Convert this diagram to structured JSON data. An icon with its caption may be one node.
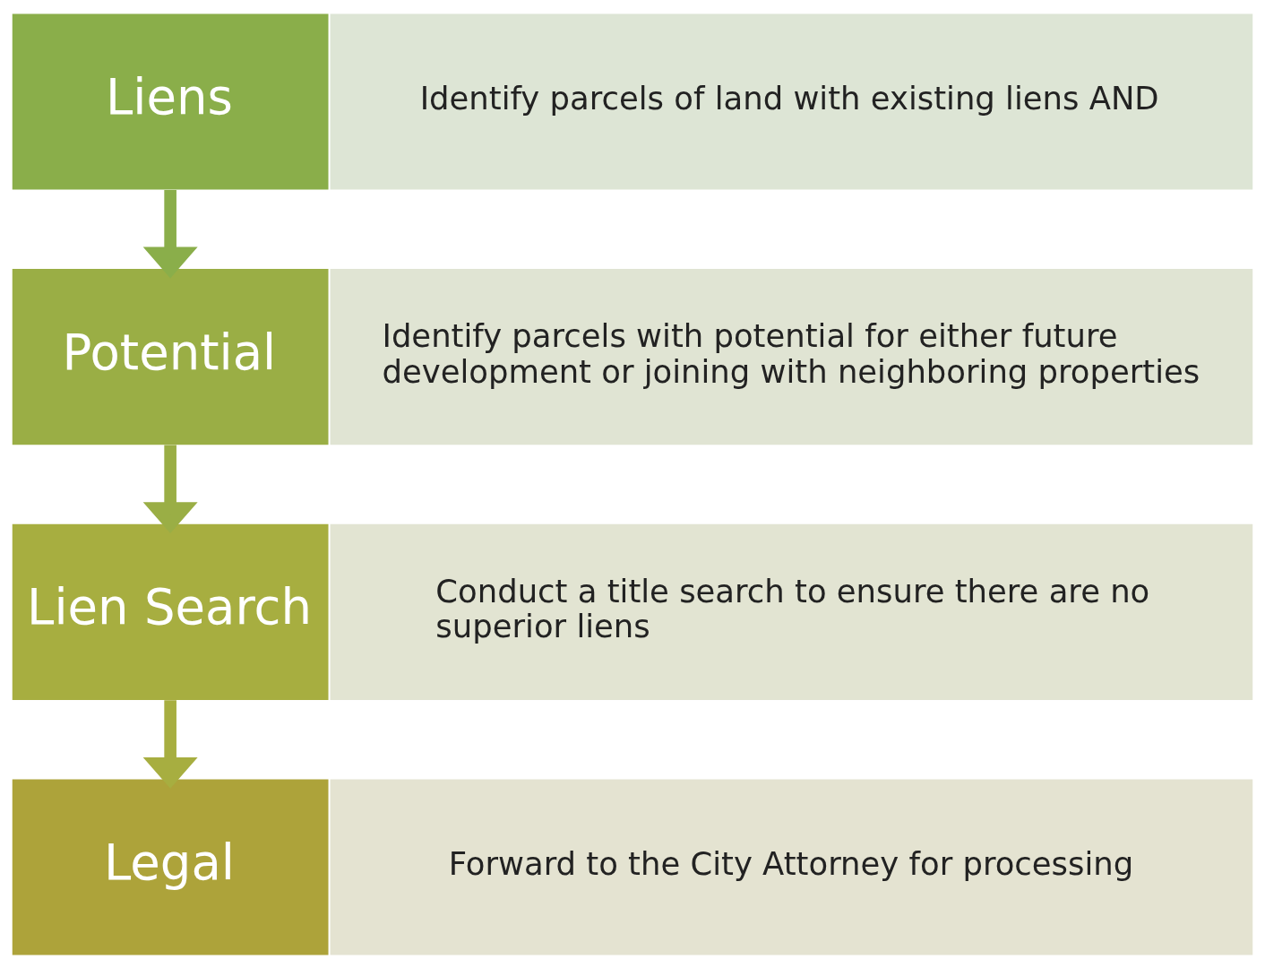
{
  "diagram": {
    "nodes": [
      {
        "text": [
          "Liens"
        ]
      },
      {
        "text": [
          "Identify parcels of land with existing liens AND"
        ]
      },
      {
        "text": [
          "Potential"
        ]
      },
      {
        "text": [
          "Identify parcels with potential for either future development or joining with neighboring properties"
        ]
      },
      {
        "text": [
          "Lien Search"
        ]
      },
      {
        "text": [
          "Conduct a title search to ensure there are no superior liens"
        ]
      },
      {
        "text": [
          "Legal"
        ]
      },
      {
        "text": [
          "Forward to the City Attorney for processing"
        ]
      }
    ],
    "edges": [
      {
        "from": 0,
        "to": 2,
        "arrow": "to"
      },
      {
        "from": 2,
        "to": 4,
        "arrow": "to"
      },
      {
        "from": 4,
        "to": 6,
        "arrow": "to"
      }
    ]
  }
}
